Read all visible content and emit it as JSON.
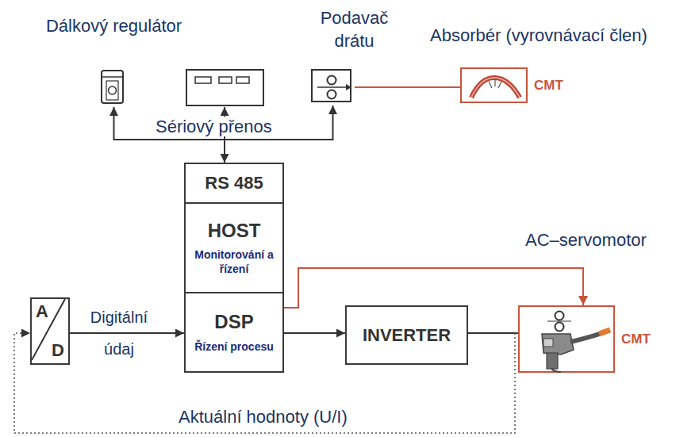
{
  "diagram": {
    "nodes": [
      {
        "text": [
          "Dálkový regulátor"
        ]
      },
      {
        "text": [
          "Podavač drátu"
        ]
      },
      {
        "text": [
          "Absorbér (vyrovnávací člen)",
          "CMT"
        ]
      },
      {
        "text": [
          "RS 485"
        ]
      },
      {
        "text": [
          "HOST",
          "Monitorování a řízení"
        ]
      },
      {
        "text": [
          "DSP",
          "Řízení procesu"
        ]
      },
      {
        "text": [
          "A",
          "D"
        ]
      },
      {
        "text": [
          "INVERTER"
        ]
      },
      {
        "text": [
          "CMT"
        ]
      }
    ],
    "edges": [
      {
        "from": 3,
        "to": 0,
        "arrow": "to"
      },
      {
        "from": 3,
        "to": 1,
        "arrow": "to"
      },
      {
        "from": 1,
        "to": 2,
        "arrow": "none"
      },
      {
        "from": 6,
        "to": 5,
        "label": "Digitální údaj",
        "arrow": "to"
      },
      {
        "from": 5,
        "to": 7,
        "arrow": "to"
      },
      {
        "from": 5,
        "to": 8,
        "label": "AC–servomotor",
        "arrow": "to"
      },
      {
        "from": 7,
        "to": 8,
        "arrow": "none"
      },
      {
        "from": 8,
        "to": 6,
        "label": "Aktuální hodnoty (U/I)",
        "arrow": "to"
      }
    ],
    "labels": [
      "Sériový přenos"
    ]
  }
}
